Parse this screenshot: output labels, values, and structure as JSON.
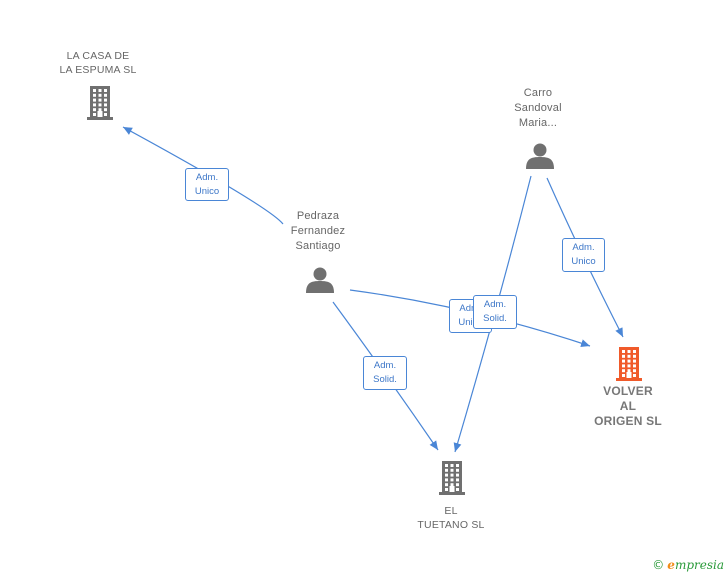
{
  "colors": {
    "edge": "#4a86d6",
    "node_gray": "#707070",
    "node_highlight": "#f05a2a"
  },
  "nodes": [
    {
      "id": "la-casa",
      "name": "LA CASA DE\nLA ESPUMA  SL",
      "kind": "company",
      "highlight": false,
      "icon": "building-icon"
    },
    {
      "id": "carro",
      "name": "Carro\nSandoval\nMaria...",
      "kind": "person",
      "highlight": false,
      "icon": "person-icon"
    },
    {
      "id": "pedraza",
      "name": "Pedraza\nFernandez\nSantiago",
      "kind": "person",
      "highlight": false,
      "icon": "person-icon"
    },
    {
      "id": "volver",
      "name": "VOLVER\nAL\nORIGEN  SL",
      "kind": "company",
      "highlight": true,
      "icon": "building-icon"
    },
    {
      "id": "el-tuetano",
      "name": "EL\nTUETANO  SL",
      "kind": "company",
      "highlight": false,
      "icon": "building-icon"
    }
  ],
  "edges": [
    {
      "from": "pedraza",
      "to": "la-casa",
      "label": "Adm.\nUnico"
    },
    {
      "from": "pedraza",
      "to": "volver",
      "label": "Adm.\nUnico"
    },
    {
      "from": "pedraza",
      "to": "el-tuetano",
      "label": "Adm.\nSolid."
    },
    {
      "from": "carro",
      "to": "volver",
      "label": "Adm.\nUnico"
    },
    {
      "from": "carro",
      "to": "el-tuetano",
      "label": "Adm.\nSolid."
    }
  ],
  "footer": {
    "copyright": "©",
    "brand_e": "e",
    "brand_rest": "mpresia"
  }
}
